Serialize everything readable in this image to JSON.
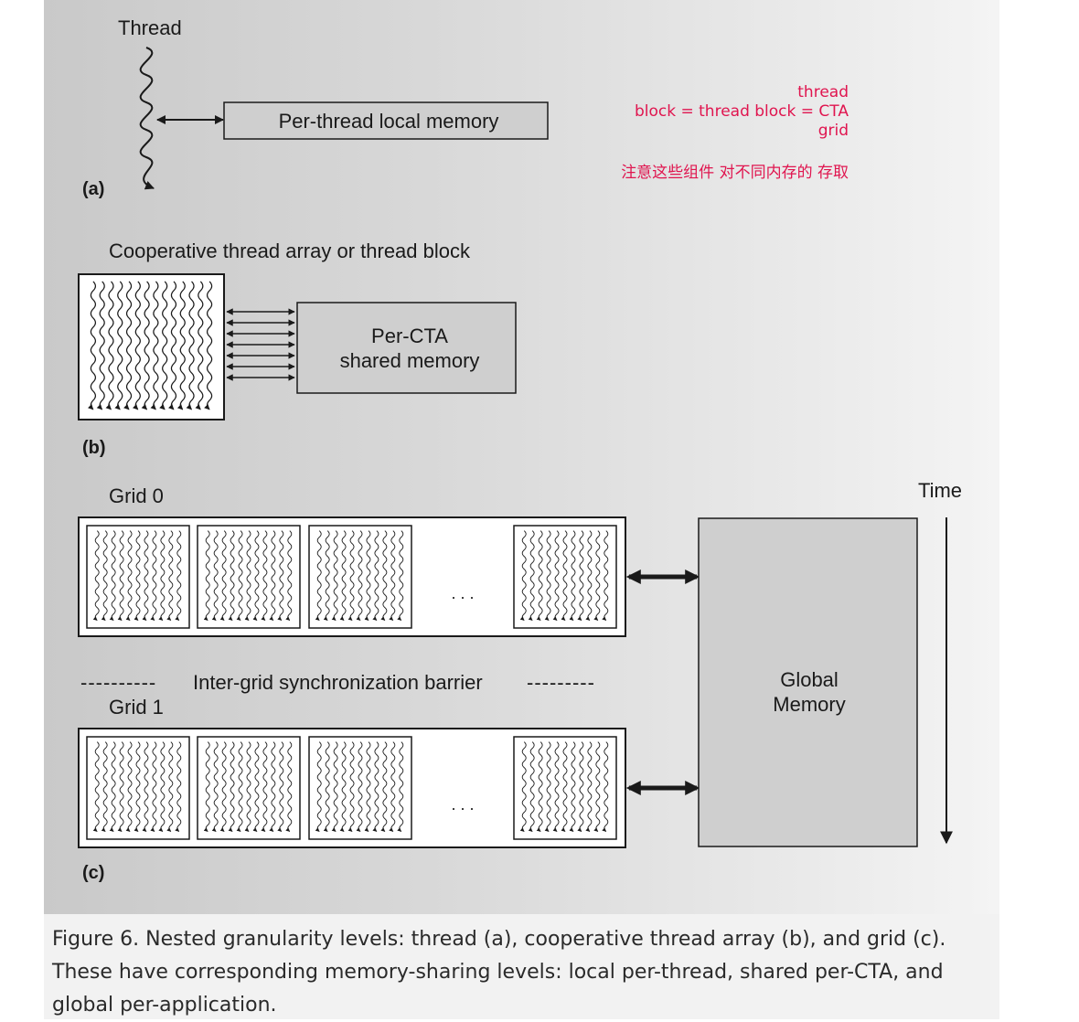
{
  "panel_a": {
    "label": "(a)",
    "thread_title": "Thread",
    "memory_label": "Per-thread local memory"
  },
  "panel_b": {
    "label": "(b)",
    "title": "Cooperative thread array or thread block",
    "memory_line1": "Per-CTA",
    "memory_line2": "shared memory"
  },
  "panel_c": {
    "label": "(c)",
    "grid0_title": "Grid 0",
    "grid1_title": "Grid 1",
    "ellipsis": ". . .",
    "barrier_label": "Inter-grid synchronization barrier",
    "barrier_dashes": "----------",
    "barrier_dashes_right": "---------",
    "time_label": "Time",
    "global_line1": "Global",
    "global_line2": "Memory"
  },
  "annotations": {
    "line1": "thread",
    "line2": "block = thread block = CTA",
    "line3": "grid",
    "note": "注意这些组件 对不同内存的 存取"
  },
  "colors": {
    "annotation": "#e0154f",
    "memory_box": "#cfcfcf",
    "line": "#1a1a1a"
  },
  "caption": "Figure 6. Nested granularity levels: thread (a), cooperative thread array (b), and grid (c). These have corresponding memory-sharing levels: local per-thread, shared per-CTA, and global per-application."
}
